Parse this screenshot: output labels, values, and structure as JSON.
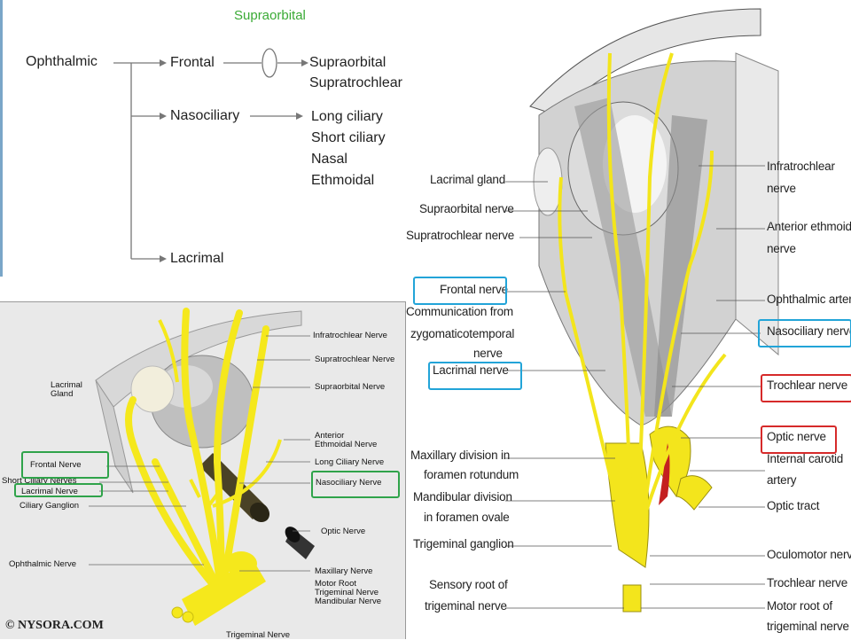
{
  "tree": {
    "header_label": "Supraorbital",
    "root": "Ophthalmic",
    "branches": {
      "frontal": "Frontal",
      "nasociliary": "Nasociliary",
      "lacrimal": "Lacrimal"
    },
    "frontal_children": [
      "Supraorbital",
      "Supratrochlear"
    ],
    "nasociliary_children": [
      "Long ciliary",
      "Short ciliary",
      "Nasal",
      "Ethmoidal"
    ]
  },
  "left_figure": {
    "labels_right": [
      "Infratrochlear  Nerve",
      "Supratrochlear  Nerve",
      "Supraorbital  Nerve",
      "Anterior",
      "Ethmoidal Nerve",
      "Long Ciliary  Nerve",
      "Nasociliary  Nerve",
      "Optic  Nerve",
      "Maxillary  Nerve",
      "Motor Root",
      "Trigeminal  Nerve",
      "Mandibular  Nerve"
    ],
    "labels_left": [
      "Lacrimal",
      "Gland",
      "Frontal Nerve",
      "Short Ciliary  Nerves",
      "Lacrimal  Nerve",
      "Ciliary Ganglion",
      "Ophthalmic  Nerve"
    ],
    "bottom_label": "Trigeminal  Nerve",
    "watermark": "© NYSORA.COM"
  },
  "right_figure": {
    "left_labels": [
      "Lacrimal gland",
      "Supraorbital nerve",
      "Supratrochlear nerve",
      "Frontal nerve",
      "Communication from",
      "zygomaticotemporal",
      "nerve",
      "Lacrimal nerve",
      "Maxillary division in",
      "foramen rotundum",
      "Mandibular division",
      "in foramen ovale",
      "Trigeminal ganglion",
      "Sensory root of",
      "trigeminal nerve"
    ],
    "right_labels": [
      "Infratrochlear",
      "nerve",
      "Anterior ethmoidal",
      "nerve",
      "Ophthalmic artery",
      "Nasociliary nerve",
      "Trochlear nerve",
      "Optic nerve",
      "Internal carotid",
      "artery",
      "Optic tract",
      "Oculomotor nerve",
      "Trochlear nerve",
      "Motor root of",
      "trigeminal nerve"
    ]
  },
  "colors": {
    "nerve_yellow": "#f5e81c",
    "highlight_blue": "#22a4d8",
    "highlight_red": "#d62a2a",
    "highlight_green": "#2fa34a",
    "tree_green": "#3aaa35"
  }
}
